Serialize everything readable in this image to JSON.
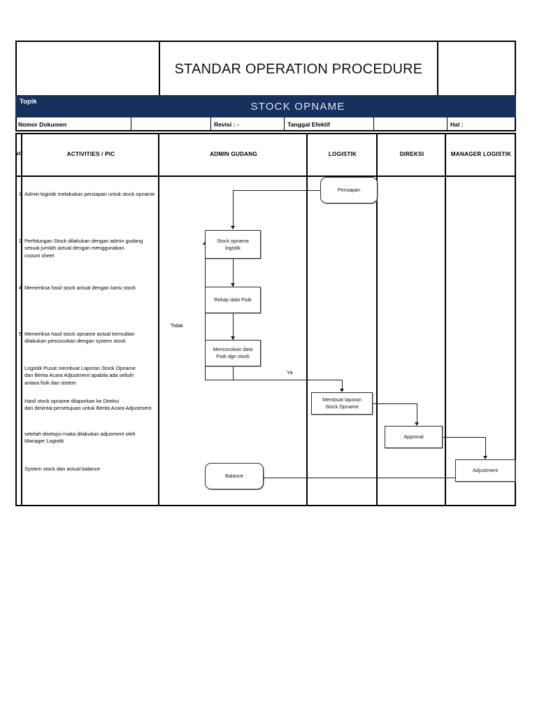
{
  "document": {
    "title": "STANDAR OPERATION PROCEDURE",
    "topik_label": "Topik",
    "topic_title": "STOCK OPNAME",
    "info_fields": [
      {
        "label": "Nomor Dokumen",
        "value": ""
      },
      {
        "label": "",
        "value": ""
      },
      {
        "label": "Revisi : -",
        "value": ""
      },
      {
        "label": "Tanggal Efektif",
        "value": ""
      },
      {
        "label": "",
        "value": ""
      },
      {
        "label": "Hal :",
        "value": ""
      }
    ],
    "accent_color": "#17315e"
  },
  "table": {
    "columns": [
      {
        "key": "no",
        "header": "NO"
      },
      {
        "key": "activities",
        "header": "ACTIVITIES / PIC"
      },
      {
        "key": "admin_gudang",
        "header": "ADMIN GUDANG"
      },
      {
        "key": "logistik",
        "header": "LOGISTIK"
      },
      {
        "key": "direksi",
        "header": "DIREKSI"
      },
      {
        "key": "manager_logistik",
        "header": "MANAGER LOGISTIK"
      }
    ],
    "rows": [
      {
        "no": "1",
        "text": "Admin logistik melakukan persiapan untuk stock opname"
      },
      {
        "no": "2",
        "text": "Perhitungan Stock dilakukan dengan admin gudang\nsesuai jumlah actual dengan menggunakan\ncoount sheet"
      },
      {
        "no": "4",
        "text": "Memeriksa hasil stock actual dengan kartu stock"
      },
      {
        "no": "5",
        "text": "Memeriksa hasil stock opname actual kemudian\n dilakukan pencocokan dengan system stock"
      },
      {
        "no": "",
        "text": "Logistik Pusat membuat Laporan Stock Opname\ndan Berita Acara Adjustment apabila ada selisih\nantara fisik dan sistem"
      },
      {
        "no": "",
        "text": "Hasil stock opname dilaporkan ke Direksi\ndan dimintai persetujuan untuk Berita Acara Adjustment"
      },
      {
        "no": "",
        "text": "setelah disetujui maka dilakukan adjusment oleh\nManager Logistik"
      },
      {
        "no": "",
        "text": "System stock dan actual balance"
      }
    ]
  },
  "flowchart": {
    "nodes": [
      {
        "id": "persiapan",
        "label": "Persiapan",
        "lane": "logistik",
        "shape": "rounded"
      },
      {
        "id": "stock-opname-logistik",
        "label": "Stock opname\nlogistik",
        "lane": "admin_gudang",
        "shape": "rect"
      },
      {
        "id": "rekap-data-fisik",
        "label": "Rekap  data   Fisik",
        "lane": "admin_gudang",
        "shape": "rect"
      },
      {
        "id": "mencocokan-data",
        "label": "Mencocokan  data\nFisik dgn  stock",
        "lane": "admin_gudang",
        "shape": "rect"
      },
      {
        "id": "membuat-laporan",
        "label": "Membuat laporan\nStock Opname",
        "lane": "logistik",
        "shape": "rect"
      },
      {
        "id": "approval",
        "label": "Approval",
        "lane": "direksi",
        "shape": "rect"
      },
      {
        "id": "adjustment",
        "label": "Adjustment",
        "lane": "manager_logistik",
        "shape": "rect"
      },
      {
        "id": "balance",
        "label": "Balance",
        "lane": "admin_gudang",
        "shape": "rounded"
      }
    ],
    "edge_labels": [
      {
        "id": "tidak",
        "label": "Tidak"
      },
      {
        "id": "ya",
        "label": "Ya"
      }
    ]
  }
}
